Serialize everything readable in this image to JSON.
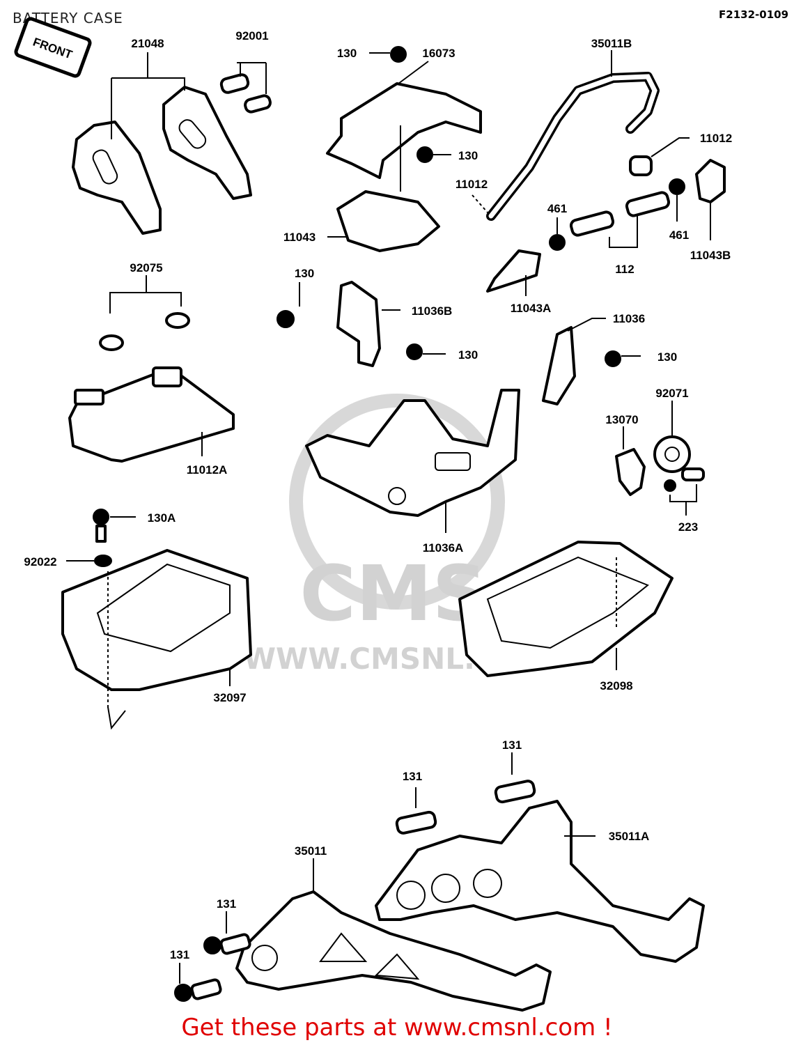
{
  "header": {
    "title": "BATTERY CASE",
    "diagram_code": "F2132-0109"
  },
  "front_label": "FRONT",
  "watermark": {
    "brand": "CMS",
    "url": "WWW.CMSNL.COM"
  },
  "footer": {
    "text": "Get these parts at www.cmsnl.com !"
  },
  "colors": {
    "footer_text": "#e00000",
    "line": "#000000",
    "watermark": "#d2d2d2"
  },
  "part_labels": {
    "p21048": "21048",
    "p92001": "92001",
    "p130_a": "130",
    "p16073": "16073",
    "p35011B": "35011B",
    "p11012_r": "11012",
    "p130_b": "130",
    "p11012_l": "11012",
    "p11043": "11043",
    "p461_a": "461",
    "p461_b": "461",
    "p11043B": "11043B",
    "p112": "112",
    "p92075": "92075",
    "p130_c": "130",
    "p11036B": "11036B",
    "p11043A": "11043A",
    "p11036": "11036",
    "p130_d": "130",
    "p130_e": "130",
    "p92071": "92071",
    "p13070": "13070",
    "p11012A": "11012A",
    "p223": "223",
    "p130A": "130A",
    "p92022": "92022",
    "p11036A": "11036A",
    "p32097": "32097",
    "p32098": "32098",
    "p131_a": "131",
    "p131_b": "131",
    "p35011A": "35011A",
    "p35011": "35011",
    "p131_c": "131",
    "p131_d": "131"
  }
}
